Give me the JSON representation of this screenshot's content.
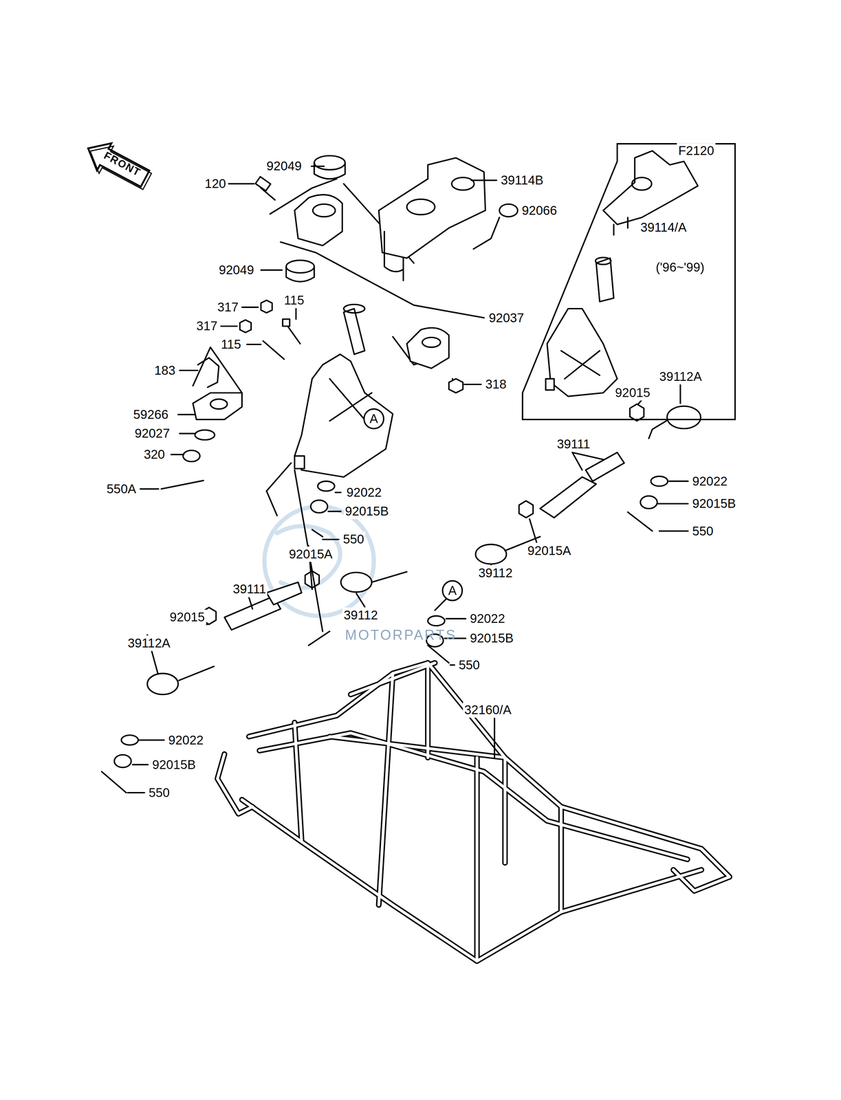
{
  "diagram": {
    "nodes": [
      {
        "text": [
          "FRONT"
        ]
      },
      {
        "text": [
          "39114/A",
          "('96~'99)"
        ]
      },
      {
        "text": [
          "A"
        ]
      },
      {
        "text": [
          "A"
        ]
      }
    ],
    "labels": [
      "F2120",
      "92049",
      "120",
      "39114B",
      "92066",
      "92049",
      "317",
      "115",
      "317",
      "92037",
      "115",
      "183",
      "318",
      "39112A",
      "92015",
      "59266",
      "92027",
      "39111",
      "320",
      "92022",
      "550A",
      "92022",
      "92015B",
      "92015B",
      "550",
      "550",
      "92015A",
      "92015A",
      "39112",
      "39111",
      "39112",
      "92015",
      "92022",
      "92015B",
      "39112A",
      "550",
      "32160/A",
      "92022",
      "92015B",
      "550",
      "MOTORPARTS"
    ]
  }
}
